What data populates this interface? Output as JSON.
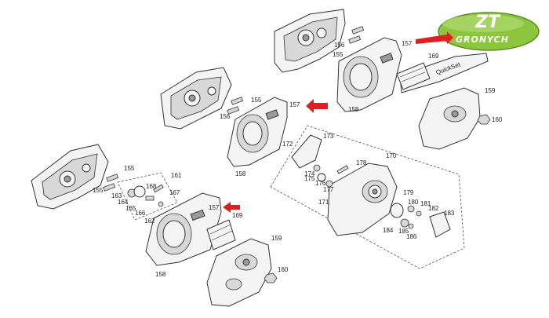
{
  "logo": {
    "title": "ZT",
    "subtitle": "GRONYCH",
    "color": "#8cc63f"
  },
  "arrow_color": "#e02020",
  "bar_text": "QuickSet",
  "labels": {
    "a155": "155",
    "a156": "156",
    "a157": "157",
    "a158": "158",
    "a169": "169",
    "a159": "159",
    "a160": "160",
    "b155": "155",
    "b156": "156",
    "b157": "157",
    "b158": "158",
    "c155": "155",
    "c161": "161",
    "c163": "163",
    "c164": "164",
    "c165": "165",
    "c166": "166",
    "c167": "167",
    "c168": "168",
    "c162": "162",
    "d157": "157",
    "d169": "169",
    "d158": "158",
    "d159": "159",
    "d160": "160",
    "e170": "170",
    "e171": "171",
    "e172": "172",
    "e173": "173",
    "e174": "174",
    "e175": "175",
    "e176": "176",
    "e177": "177",
    "e178": "178",
    "e179": "179",
    "e180": "180",
    "e181": "181",
    "e182": "182",
    "e183": "183",
    "e184": "184",
    "e185": "185",
    "e186": "186"
  }
}
